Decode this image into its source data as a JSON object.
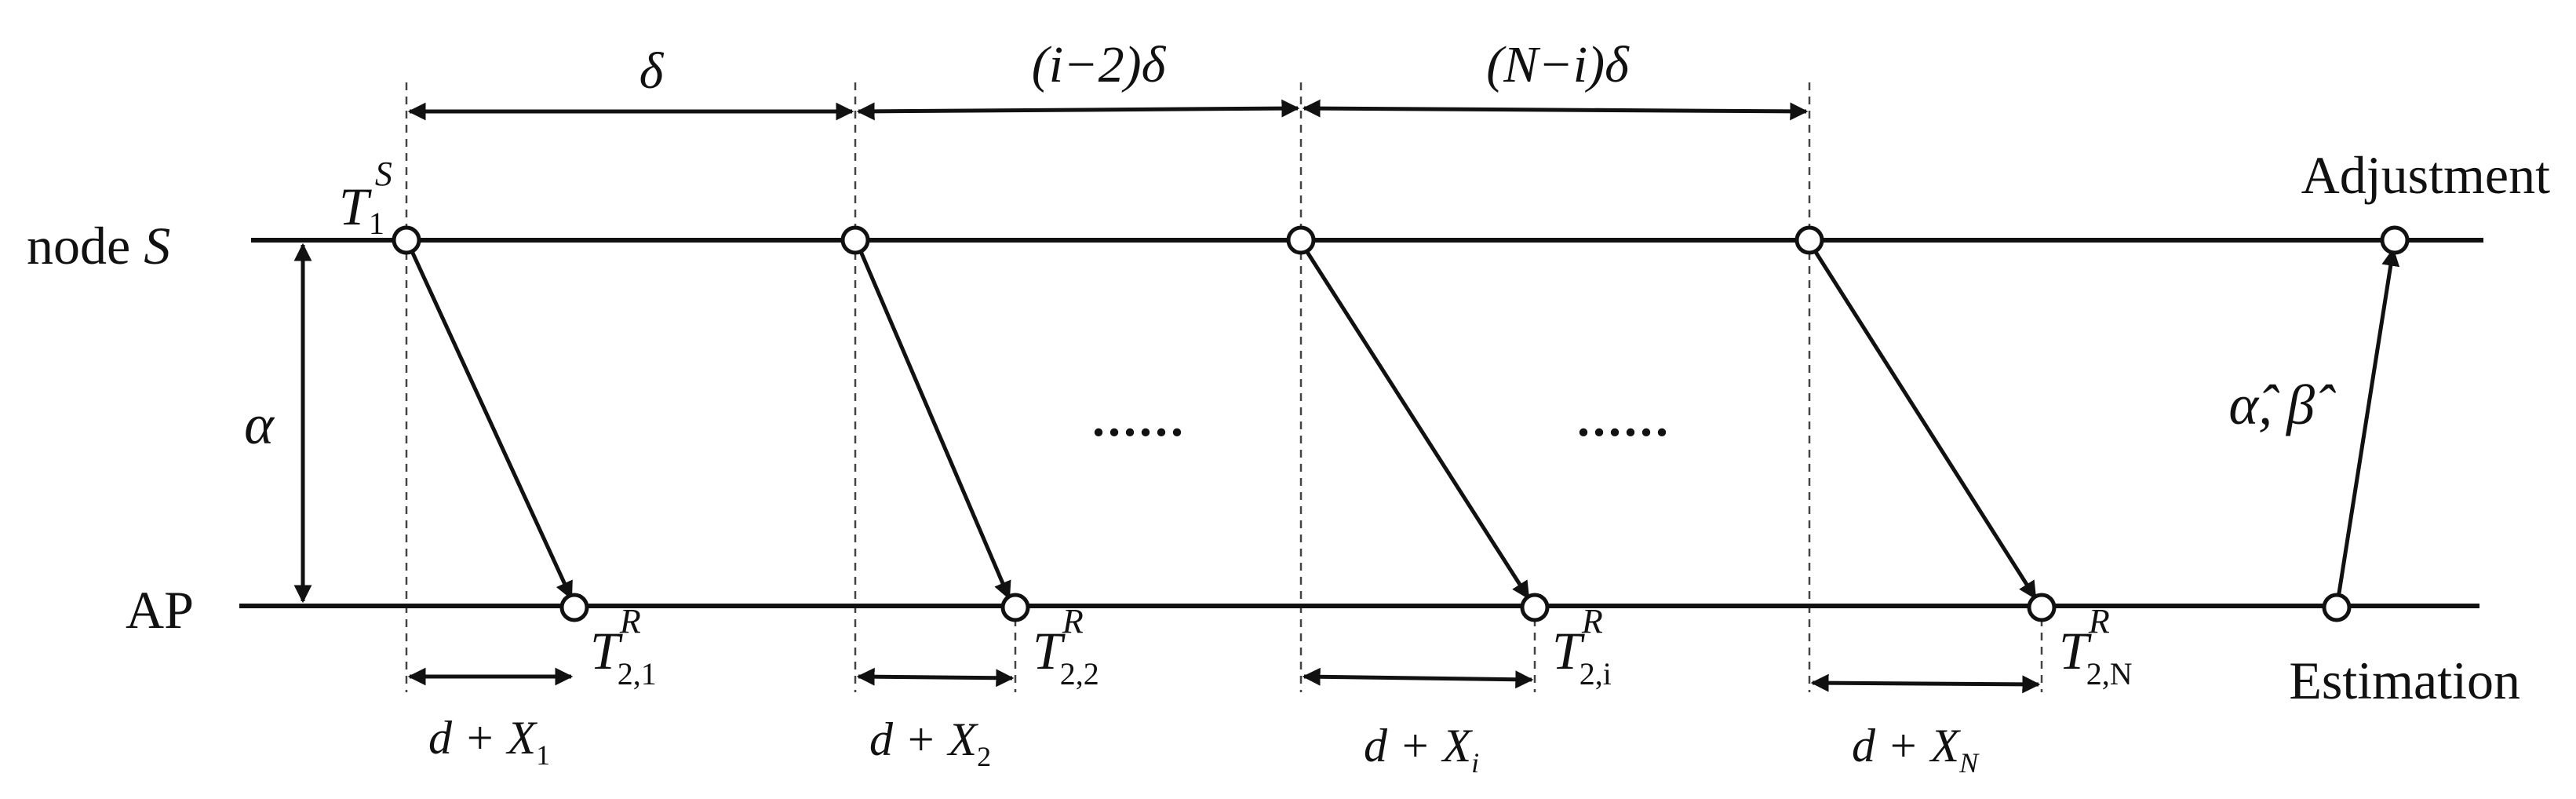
{
  "lines": {
    "node_s_label": "node",
    "node_s_var": "S",
    "ap_label": "AP"
  },
  "top_intervals": {
    "first": "δ",
    "second": "(i−2)δ",
    "third": "(N−i)δ"
  },
  "side": {
    "alpha": "α",
    "adjustment": "Adjustment",
    "estimation": "Estimation",
    "estimates": "α̂, β̂"
  },
  "ellipsis": "......",
  "sender_time": {
    "base": "T",
    "sub": "1",
    "sup": "S"
  },
  "receiver_times": [
    {
      "base": "T",
      "sub": "2,1",
      "sup": "R"
    },
    {
      "base": "T",
      "sub": "2,2",
      "sup": "R"
    },
    {
      "base": "T",
      "sub": "2,i",
      "sup": "R"
    },
    {
      "base": "T",
      "sub": "2,N",
      "sup": "R"
    }
  ],
  "delays": [
    {
      "main": "d + X",
      "sub": "1"
    },
    {
      "main": "d + X",
      "sub": "2"
    },
    {
      "main": "d + X",
      "sub": "i"
    },
    {
      "main": "d + X",
      "sub": "N"
    }
  ]
}
